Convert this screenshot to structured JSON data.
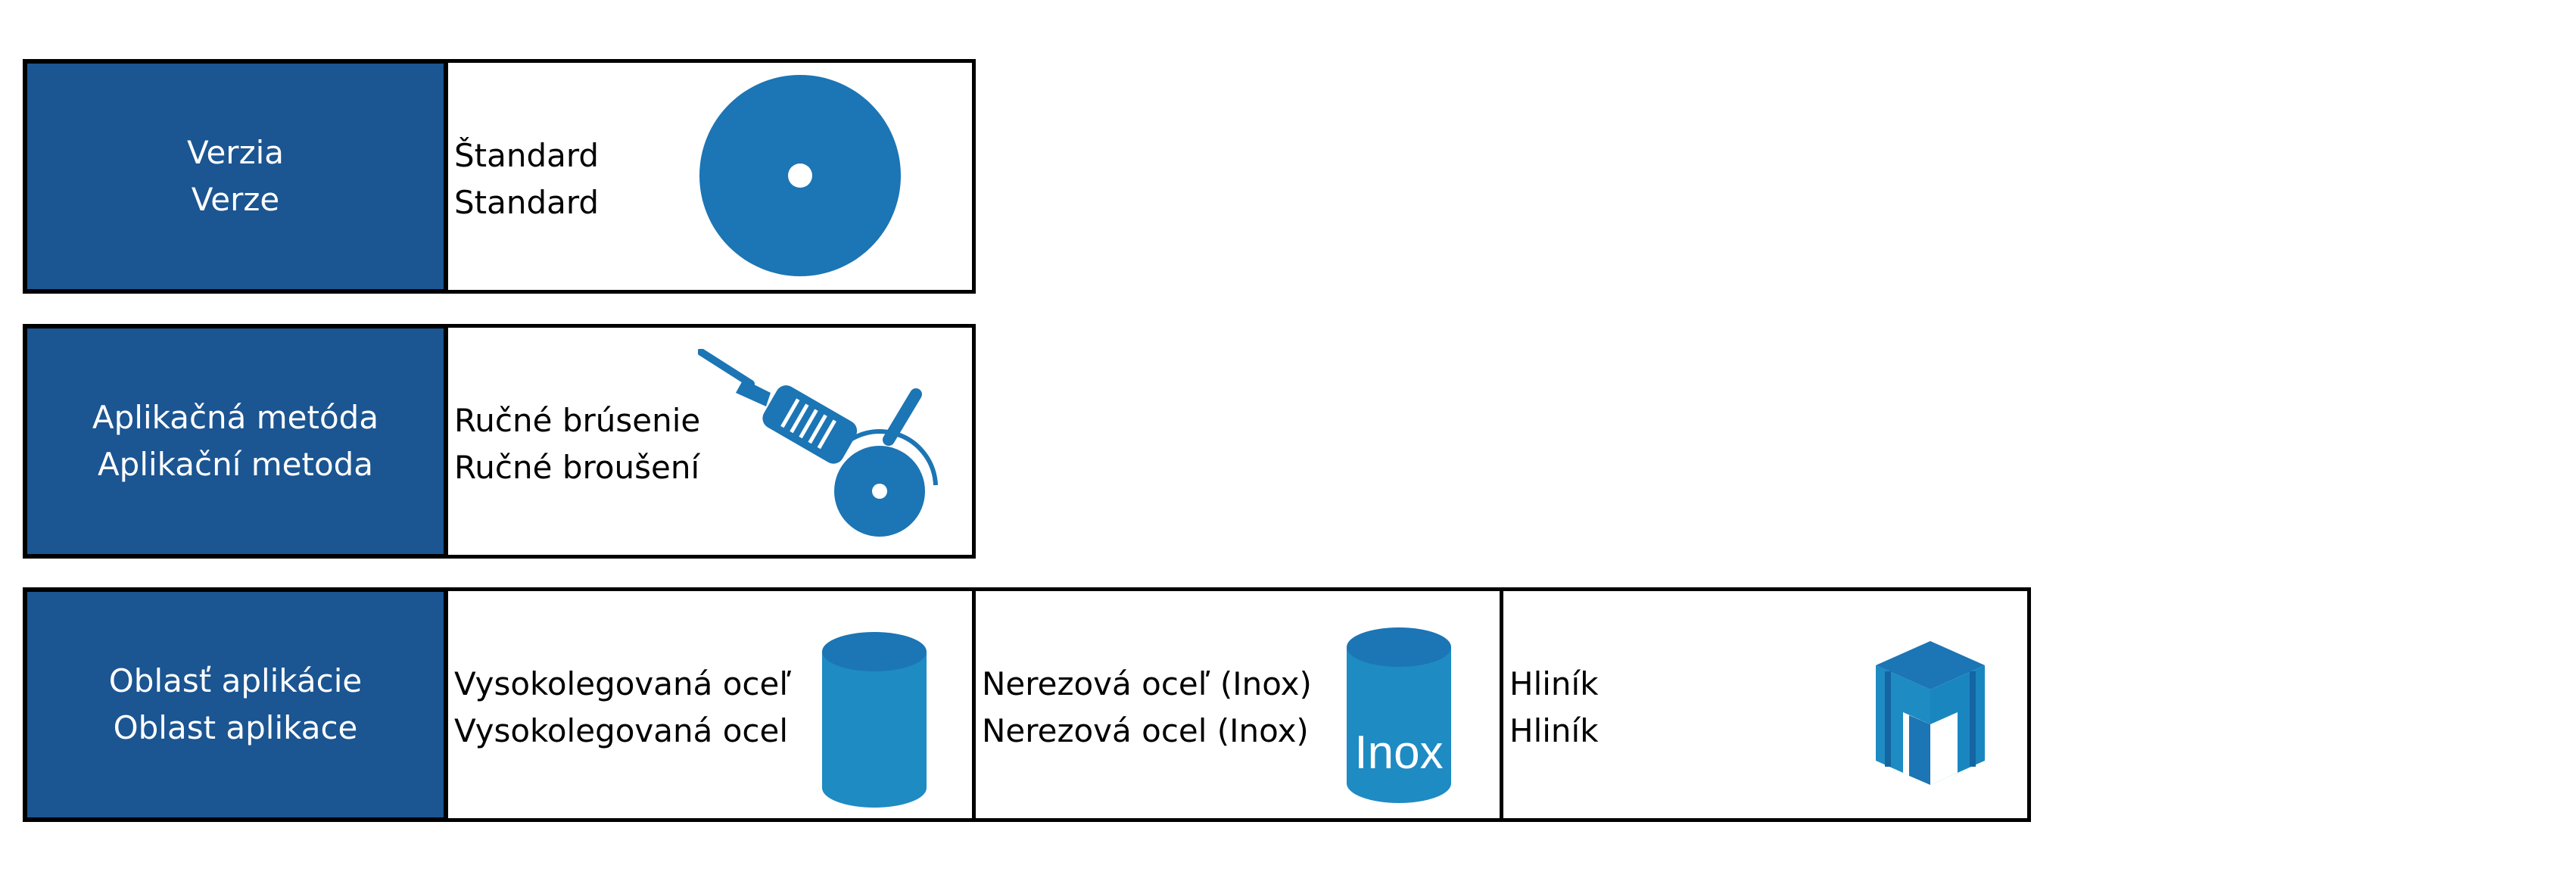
{
  "colors": {
    "label_background": "#1b5592",
    "icon_blue": "#1c75b4",
    "icon_cyan": "#1e8bc3",
    "border": "#000000"
  },
  "rows": [
    {
      "label": {
        "line1": "Verzia",
        "line2": "Verze"
      },
      "values": [
        {
          "line1": "Štandard",
          "line2": "Standard",
          "icon": "cutting-disc-icon"
        }
      ]
    },
    {
      "label": {
        "line1": "Aplikačná metóda",
        "line2": "Aplikační metoda"
      },
      "values": [
        {
          "line1": "Ručné brúsenie",
          "line2": "Ručné broušení",
          "icon": "angle-grinder-icon"
        }
      ]
    },
    {
      "label": {
        "line1": "Oblasť aplikácie",
        "line2": "Oblast aplikace"
      },
      "values": [
        {
          "line1": "Vysokolegovaná oceľ",
          "line2": "Vysokolegovaná ocel",
          "icon": "steel-cylinder-icon"
        },
        {
          "line1": "Nerezová oceľ (Inox)",
          "line2": "Nerezová ocel (Inox)",
          "icon": "inox-cylinder-icon",
          "icon_text": "Inox"
        },
        {
          "line1": "Hliník",
          "line2": "Hliník",
          "icon": "aluminium-profile-icon"
        }
      ]
    }
  ]
}
